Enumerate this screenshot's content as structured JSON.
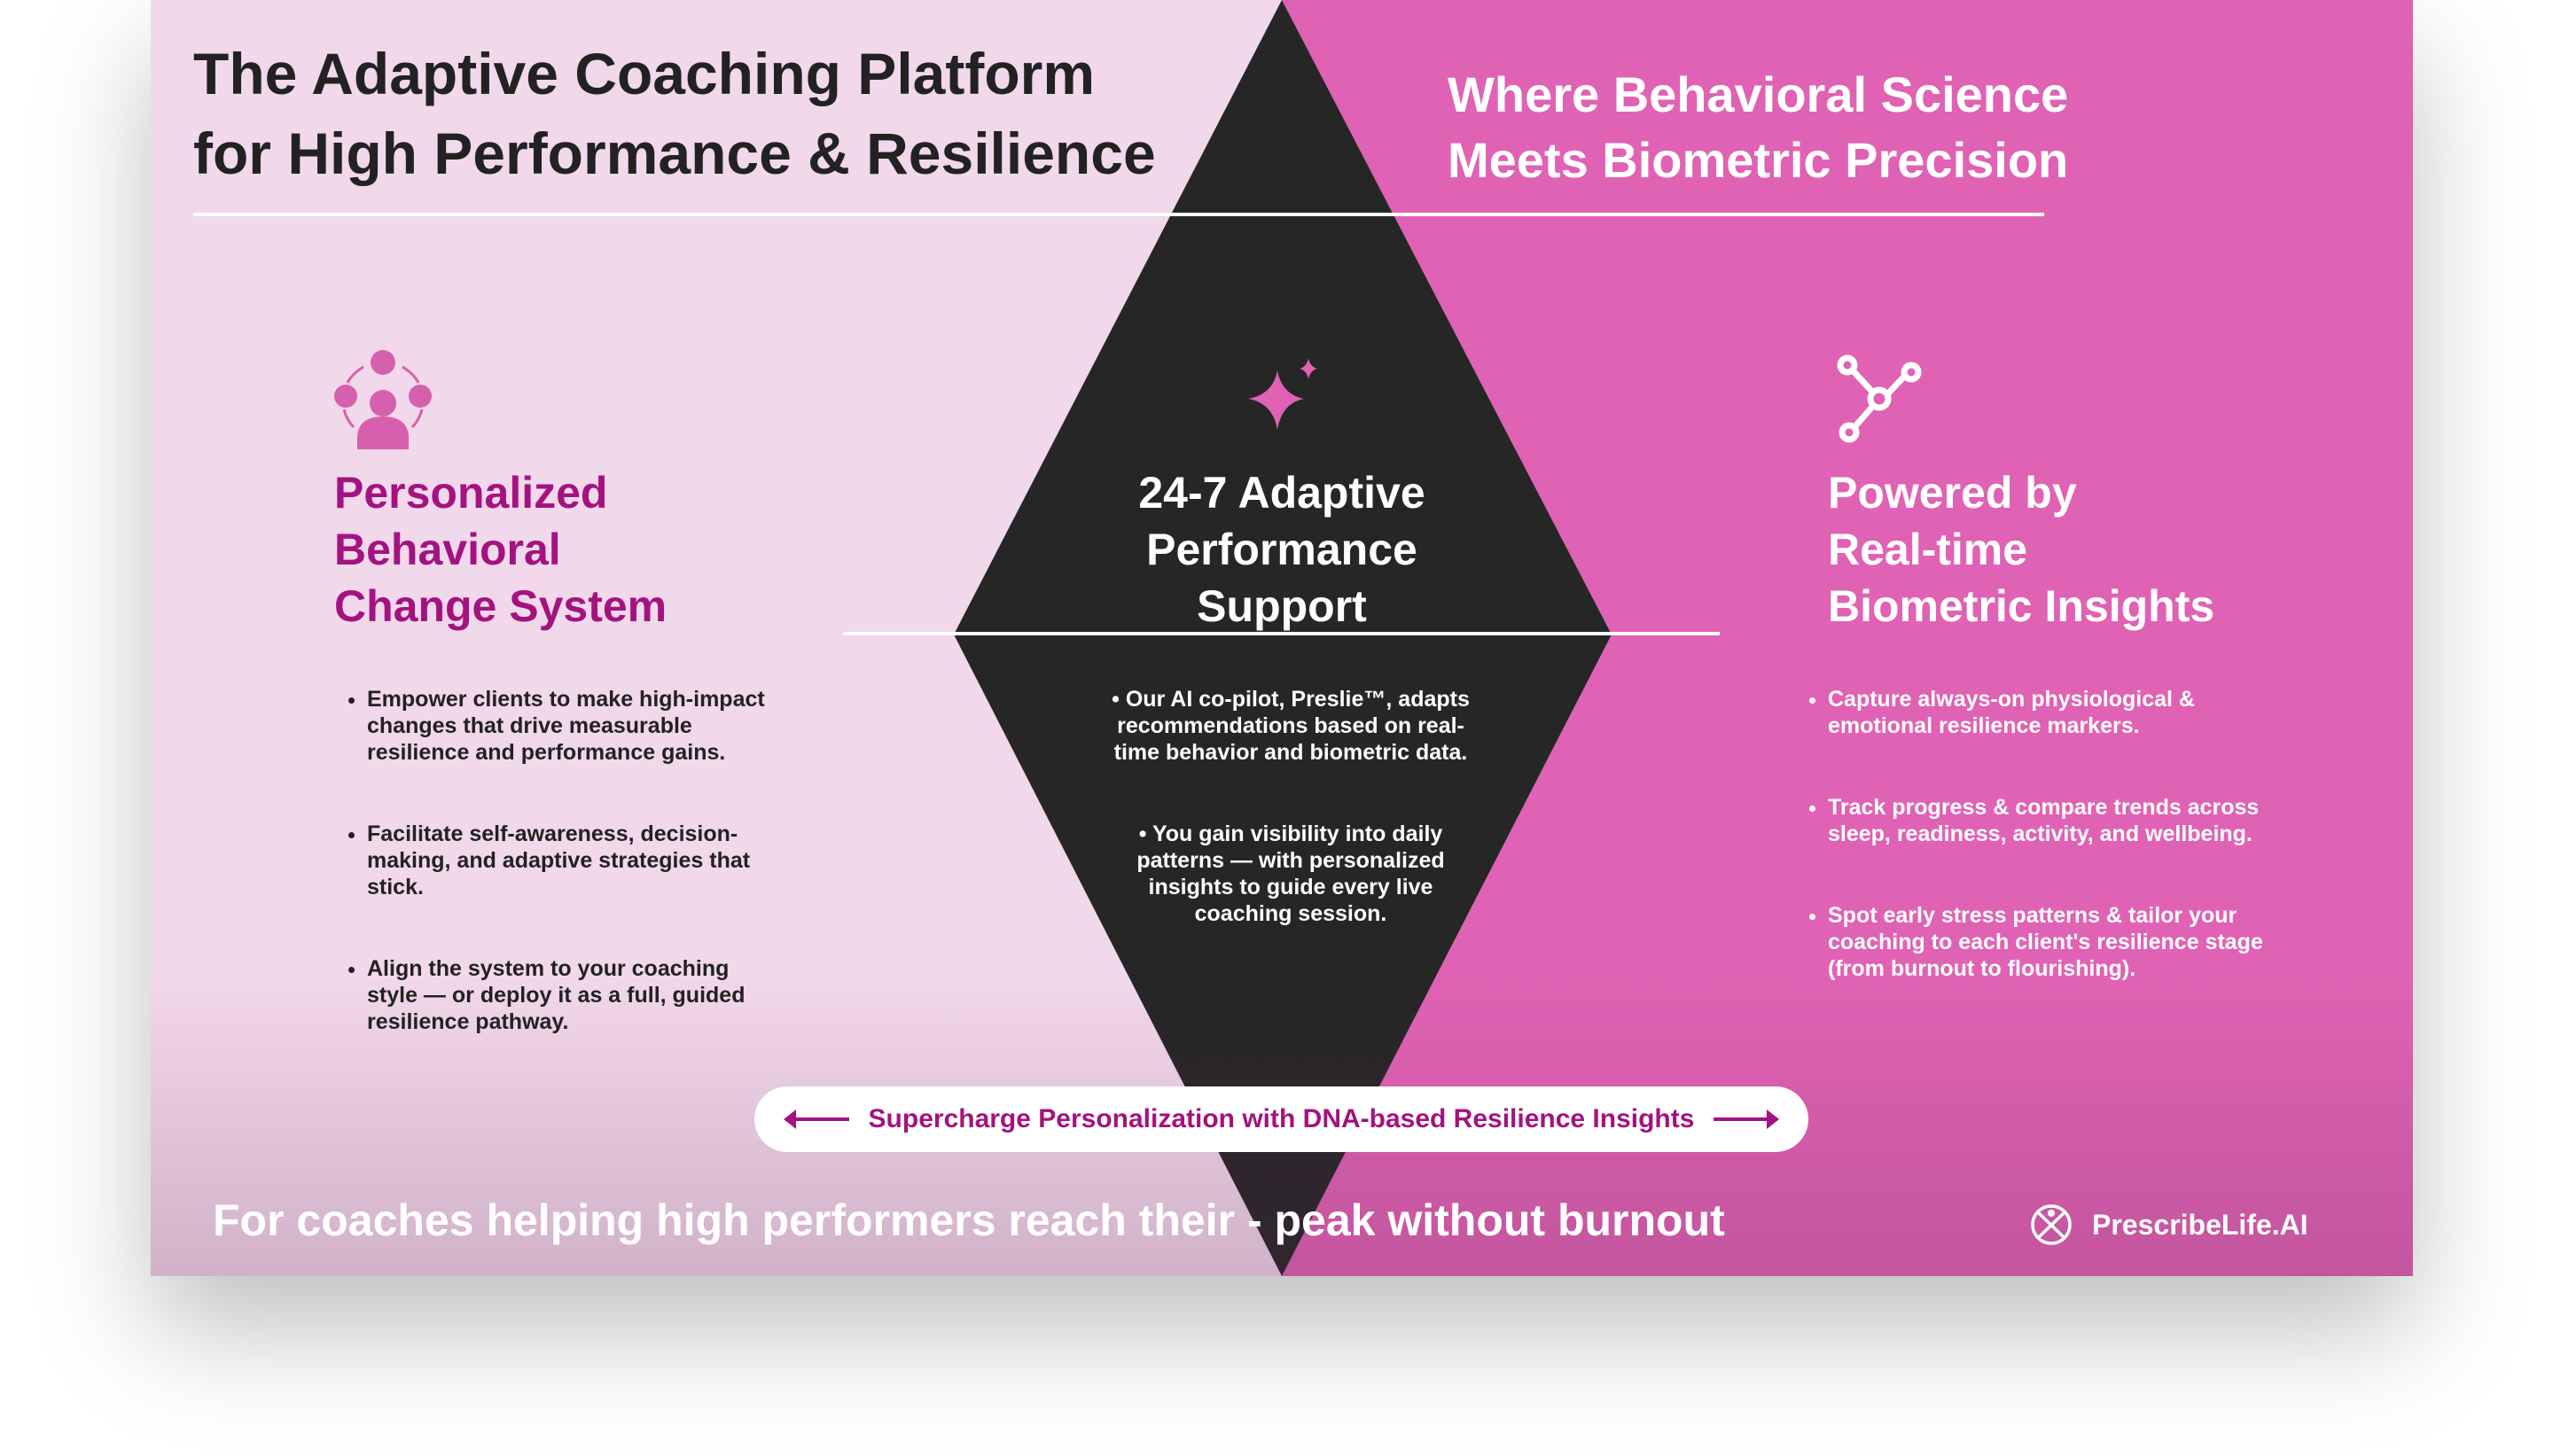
{
  "header": {
    "title_line1": "The Adaptive Coaching Platform",
    "title_line2": "for High Performance & Resilience",
    "subtitle_line1": "Where Behavioral Science",
    "subtitle_line2": "Meets Biometric Precision"
  },
  "left": {
    "icon": "people-emotions-icon",
    "head": [
      "Personalized",
      "Behavioral",
      "Change System"
    ],
    "bullets": [
      "Empower clients to make high-impact changes that drive measurable resilience and performance gains.",
      "Facilitate self-awareness, decision-making, and adaptive strategies that stick.",
      "Align the system to your coaching style — or deploy it as a full, guided resilience pathway."
    ]
  },
  "center": {
    "icon": "sparkle-icon",
    "head": [
      "24-7 Adaptive",
      "Performance Support"
    ],
    "bullets": [
      "Our AI co-pilot, Preslie™, adapts recommendations based on real-time behavior and biometric data.",
      "You gain visibility into daily patterns  — with personalized insights to guide every live coaching session."
    ]
  },
  "right": {
    "icon": "network-nodes-icon",
    "head": [
      "Powered by",
      "Real-time",
      "Biometric Insights"
    ],
    "bullets": [
      "Capture always-on physiological & emotional resilience markers.",
      "Track progress & compare trends across sleep, readiness, activity, and wellbeing.",
      "Spot early stress patterns & tailor your coaching to each client's resilience stage (from burnout to flourishing)."
    ]
  },
  "pill": {
    "label": "Supercharge Personalization with DNA-based Resilience Insights"
  },
  "footer": {
    "tagline": "For coaches helping high performers reach their - peak without burnout",
    "brand": "PrescribeLife.AI"
  },
  "colors": {
    "light_pink": "#f2d8eb",
    "pink": "#e062b4",
    "dark": "#262626",
    "magenta": "#a3137f"
  }
}
